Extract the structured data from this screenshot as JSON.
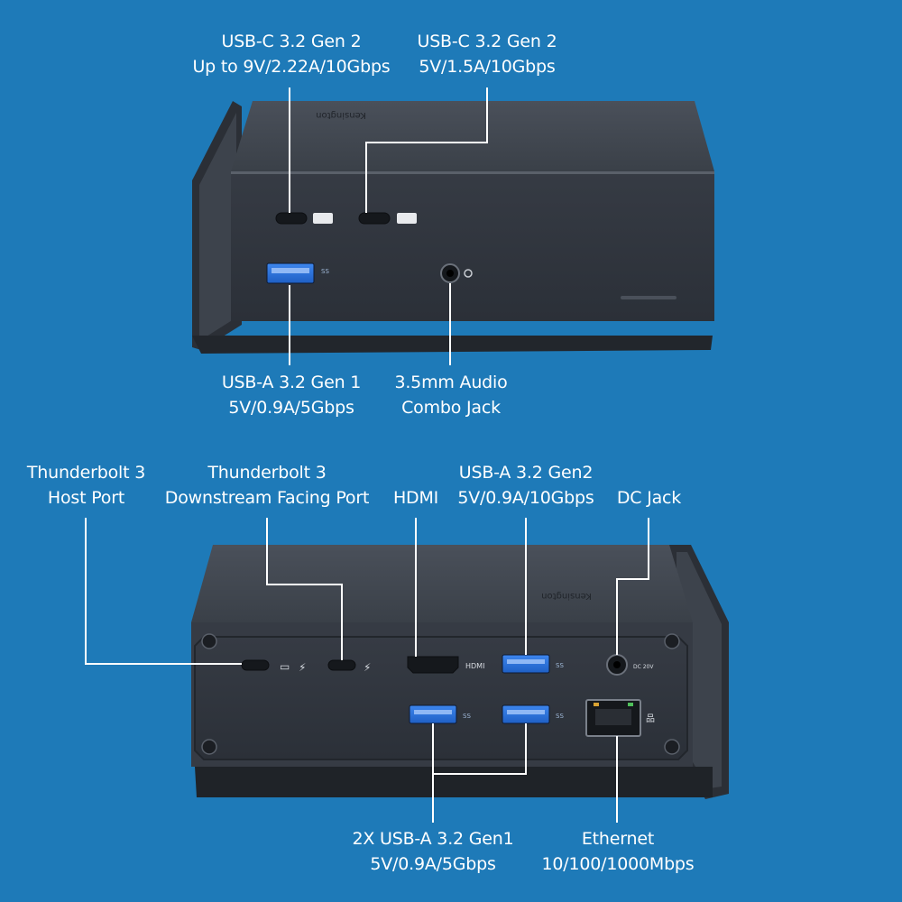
{
  "top_dock": {
    "brand_text": "Kensington",
    "labels": {
      "usbc_left": [
        "USB-C 3.2 Gen 2",
        "Up to 9V/2.22A/10Gbps"
      ],
      "usbc_right": [
        "USB-C 3.2 Gen 2",
        "5V/1.5A/10Gbps"
      ],
      "usba_front": [
        "USB-A 3.2 Gen 1",
        "5V/0.9A/5Gbps"
      ],
      "audio": [
        "3.5mm Audio",
        "Combo Jack"
      ]
    }
  },
  "bottom_dock": {
    "brand_text": "Kensington",
    "port_marks": {
      "hdmi": "HDMI",
      "dc": "DC 20V"
    },
    "labels": {
      "tb3_host": [
        "Thunderbolt 3",
        "Host Port"
      ],
      "tb3_down": [
        "Thunderbolt 3",
        "Downstream Facing Port"
      ],
      "hdmi": [
        "HDMI"
      ],
      "usba_gen2": [
        "USB-A 3.2 Gen2",
        "5V/0.9A/10Gbps"
      ],
      "dc_jack": [
        "DC Jack"
      ],
      "usba_gen1": [
        "2X USB-A 3.2 Gen1",
        "5V/0.9A/5Gbps"
      ],
      "ethernet": [
        "Ethernet",
        "10/100/1000Mbps"
      ]
    }
  },
  "colors": {
    "background": "#1e7ab8",
    "dock_body": "#3a4049",
    "dock_face": "#2f343c",
    "leader_line": "#ffffff",
    "usb3_blue": "#2a6fd6"
  }
}
